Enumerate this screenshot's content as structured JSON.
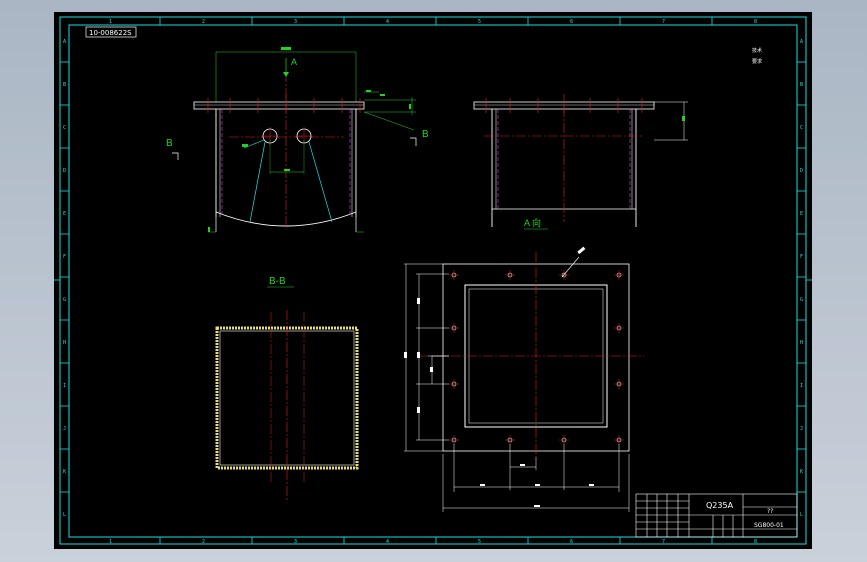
{
  "drawing_number_top": "10-008622S",
  "col_labels": [
    "1",
    "2",
    "3",
    "4",
    "5",
    "6",
    "7",
    "8"
  ],
  "row_labels": [
    "A",
    "B",
    "C",
    "D",
    "E",
    "F",
    "G",
    "H",
    "I",
    "J",
    "K",
    "L"
  ],
  "views": {
    "arrow_a": "A",
    "section_b_left": "B",
    "section_b_right": "B",
    "view_a_label": "A 向",
    "section_bb_label": "B-B"
  },
  "tech_notes": [
    "技术",
    "要求"
  ],
  "title_block": {
    "material": "Q235A",
    "qty": "??",
    "drawing_no": "SG800-01"
  },
  "colors": {
    "background": "#000000",
    "frame": "#18e0e0",
    "outline": "#ffffff",
    "centerline": "#e02020",
    "hidden": "#e040e0",
    "dimension": "#22d422",
    "section_fill": "#e8e070",
    "leader": "#18e0e0"
  }
}
